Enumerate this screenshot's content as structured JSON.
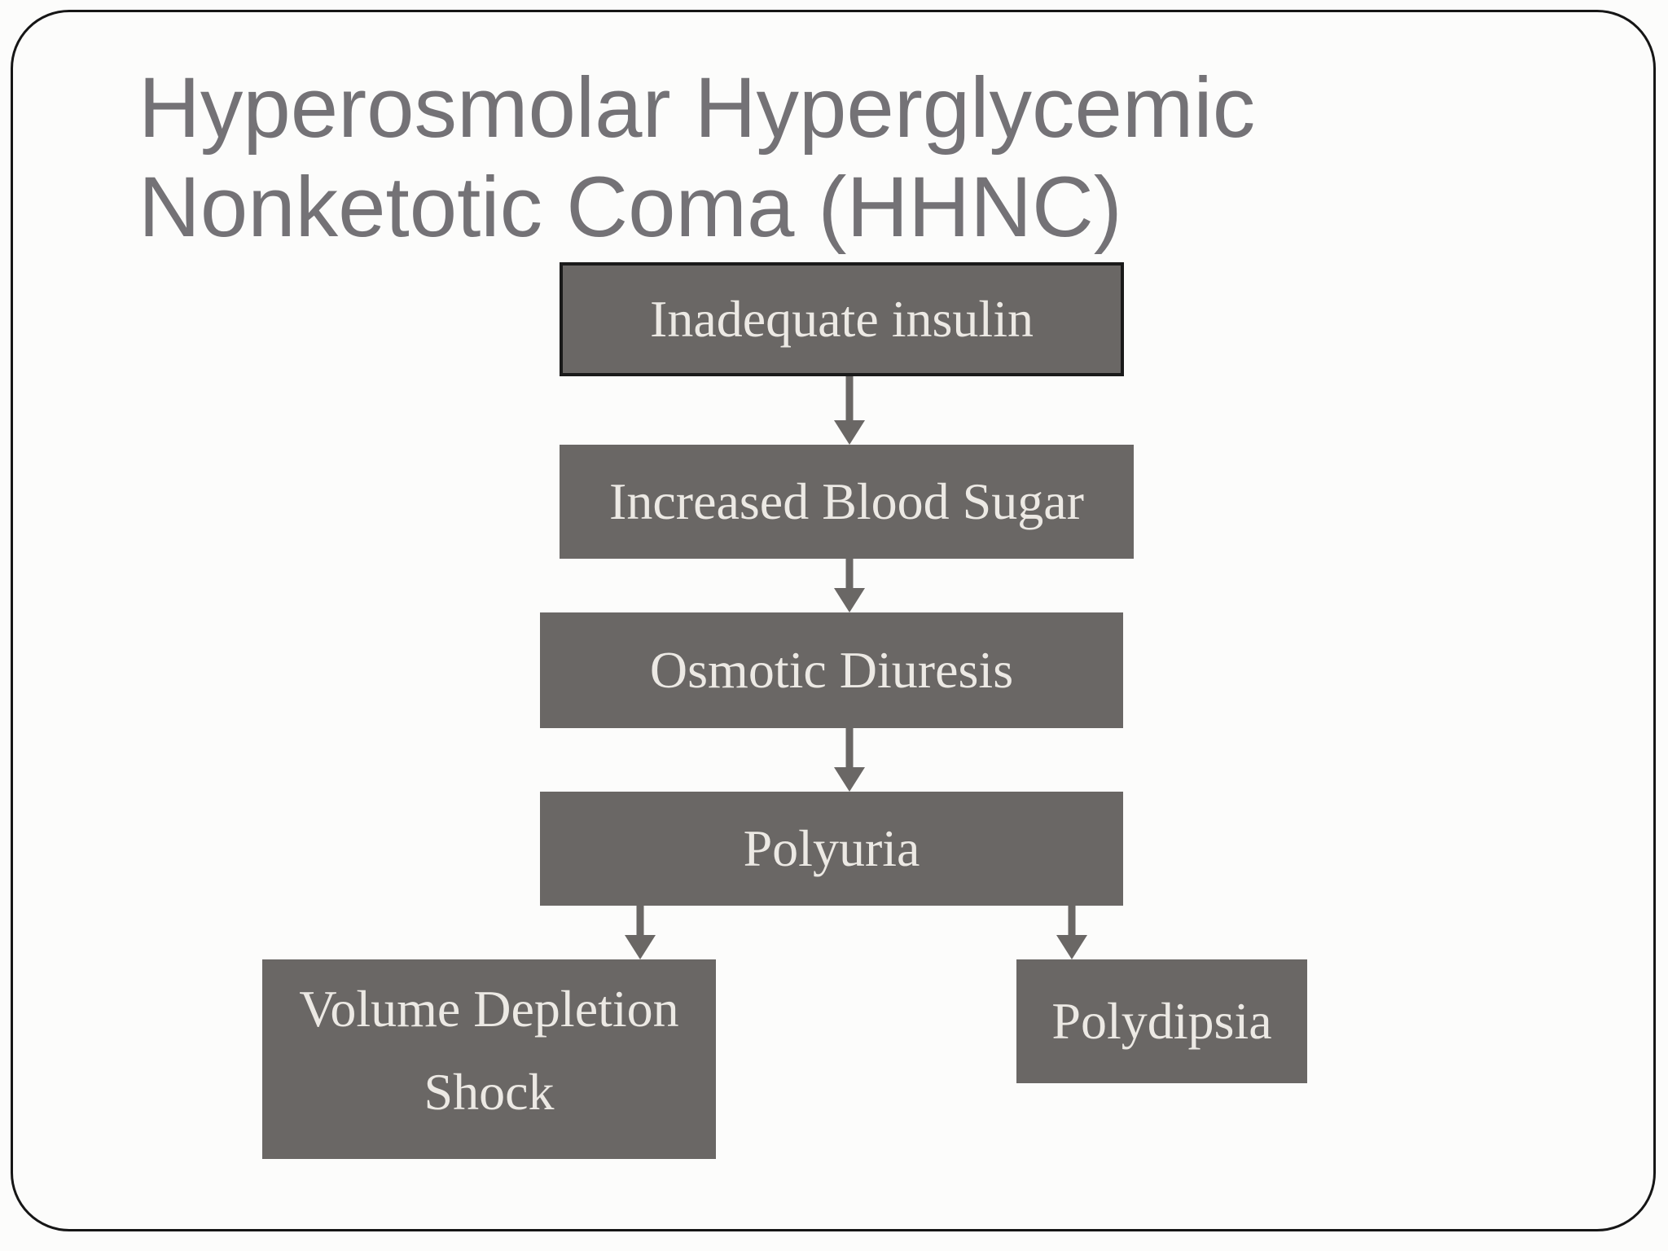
{
  "slide": {
    "title_line1": "Hyperosmolar Hyperglycemic",
    "title_line2": "Nonketotic Coma (HHNC)"
  },
  "flowchart": {
    "nodes": [
      {
        "id": "inadequate-insulin",
        "label": "Inadequate insulin"
      },
      {
        "id": "increased-blood-sugar",
        "label": "Increased Blood Sugar"
      },
      {
        "id": "osmotic-diuresis",
        "label": "Osmotic Diuresis"
      },
      {
        "id": "polyuria",
        "label": "Polyuria"
      },
      {
        "id": "volume-depletion-shock",
        "label": "Volume Depletion Shock"
      },
      {
        "id": "polydipsia",
        "label": "Polydipsia"
      }
    ],
    "edges": [
      {
        "from": "inadequate-insulin",
        "to": "increased-blood-sugar"
      },
      {
        "from": "increased-blood-sugar",
        "to": "osmotic-diuresis"
      },
      {
        "from": "osmotic-diuresis",
        "to": "polyuria"
      },
      {
        "from": "polyuria",
        "to": "volume-depletion-shock"
      },
      {
        "from": "polyuria",
        "to": "polydipsia"
      }
    ]
  },
  "colors": {
    "background": "#FCFCFB",
    "frame_border": "#161616",
    "title_text": "#747276",
    "node_fill": "#6A6765",
    "node_text": "#ECE9E4",
    "first_node_border": "#1A1A1A",
    "arrow": "#6A6765"
  }
}
